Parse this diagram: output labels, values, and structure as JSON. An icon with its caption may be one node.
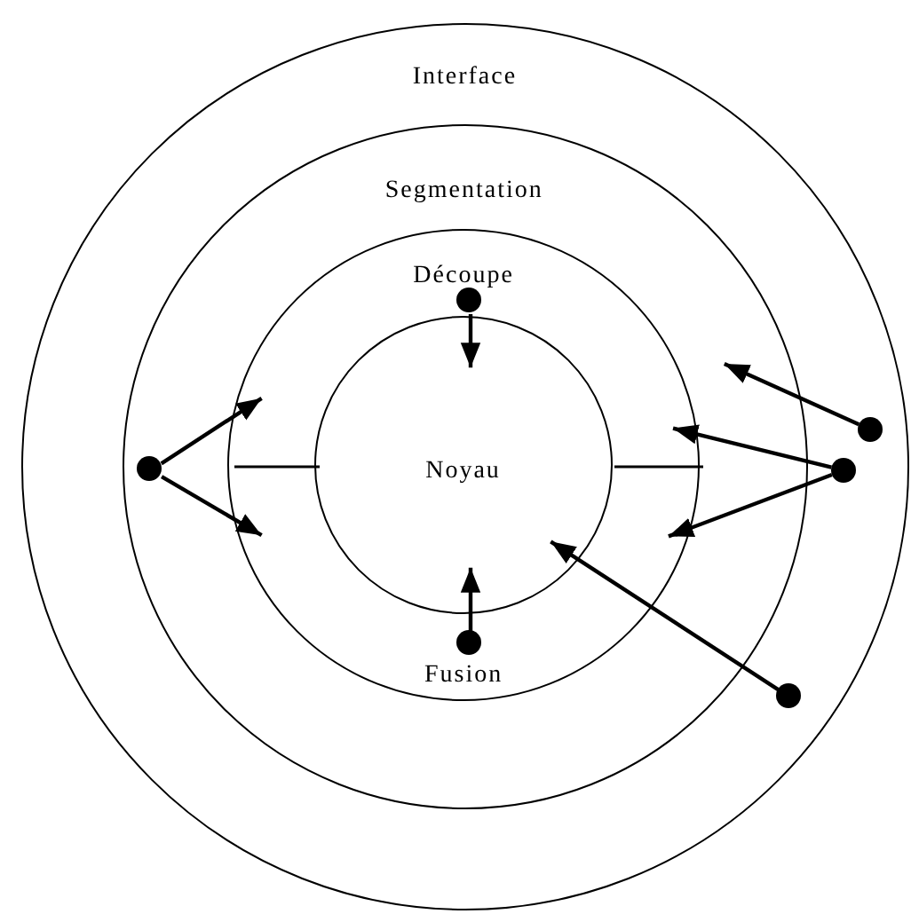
{
  "diagram": {
    "nodes": [
      {
        "text": [
          "Interface"
        ]
      },
      {
        "text": [
          "Segmentation"
        ],
        "in": 0
      },
      {
        "text": [
          "Découpe",
          "Fusion"
        ],
        "in": 1
      },
      {
        "text": [
          "Noyau"
        ],
        "in": 2
      },
      {
        "text": [],
        "shape": "circle",
        "in": 2
      },
      {
        "text": [],
        "shape": "circle",
        "in": 0
      },
      {
        "text": [],
        "shape": "circle",
        "in": 1
      },
      {
        "text": [],
        "shape": "circle",
        "in": 0
      },
      {
        "text": [],
        "shape": "circle",
        "in": 2
      },
      {
        "text": [],
        "shape": "circle",
        "in": 1
      }
    ],
    "edges": [
      {
        "from": 4,
        "to": 3,
        "arrow": "to"
      },
      {
        "from": 5,
        "to": 1,
        "arrow": "to"
      },
      {
        "from": 6,
        "to": 2,
        "arrow": "to"
      },
      {
        "from": 6,
        "to": 2,
        "arrow": "to"
      },
      {
        "from": 7,
        "to": 2,
        "arrow": "to"
      },
      {
        "from": 7,
        "to": 2,
        "arrow": "to"
      },
      {
        "from": 8,
        "to": 3,
        "arrow": "to"
      },
      {
        "from": 9,
        "to": 3,
        "arrow": "to"
      }
    ]
  }
}
